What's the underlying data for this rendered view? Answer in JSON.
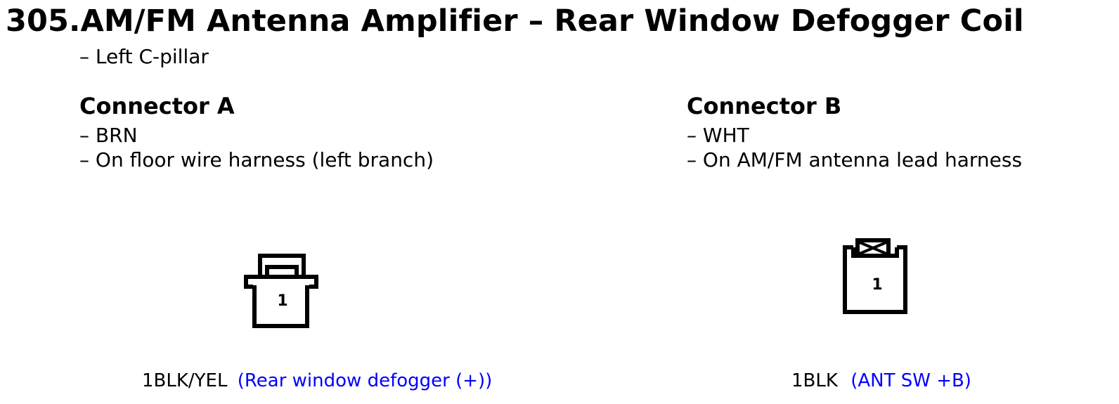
{
  "title": "305.AM/FM Antenna Amplifier – Rear Window Defogger Coil",
  "location": "– Left C-pillar",
  "connectors": [
    {
      "heading": "Connector A",
      "details": [
        "– BRN",
        "– On floor wire harness (left branch)"
      ],
      "pin_number": "1",
      "wire": "1BLK/YEL",
      "signal": "(Rear window defogger (+))"
    },
    {
      "heading": "Connector B",
      "details": [
        "– WHT",
        "– On AM/FM antenna lead harness"
      ],
      "pin_number": "1",
      "wire": "1BLK",
      "signal": "(ANT SW +B)"
    }
  ],
  "colors": {
    "text": "#000000",
    "signal": "#0000ff"
  }
}
